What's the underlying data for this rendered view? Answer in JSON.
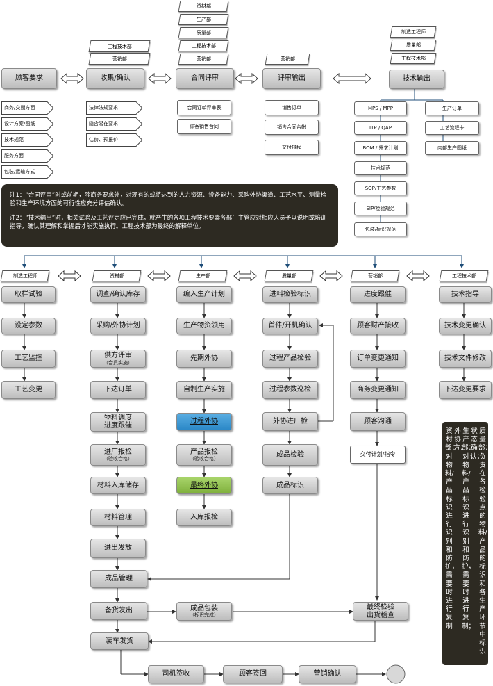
{
  "top": {
    "main": {
      "customer_req": "顾客要求",
      "collect": "收集/确认",
      "contract_review": "合同评审",
      "review_output": "评审输出",
      "tech_output": "技术输出"
    },
    "tags_collect": [
      "工程技术部",
      "营销部"
    ],
    "tags_contract": [
      "资材部",
      "生产部",
      "质量部",
      "工程技术部",
      "营销部"
    ],
    "tags_review": [
      "营销部"
    ],
    "tags_tech": [
      "制造工程师",
      "质量部",
      "工程技术部"
    ],
    "cust_flags": [
      "商务/交期方面",
      "设计方案/图纸",
      "技术规范",
      "服务方面",
      "包装/运输方式"
    ],
    "collect_flags": [
      "法律法规要求",
      "隐含潜在要求",
      "估价、预报价"
    ],
    "contract_docs": [
      "合同订单评审表",
      "顾客销售合同"
    ],
    "review_docs": [
      "销售订单",
      "销售合同台帐",
      "交付排程"
    ],
    "tech_left": [
      "MPS / MPP",
      "ITP / QAP",
      "BOM / 需求计划",
      "技术规范",
      "SOP/工艺参数",
      "SIP/检验规范",
      "包装/标识规范"
    ],
    "tech_right": [
      "生产订单",
      "工艺流程卡",
      "内部生产图纸"
    ]
  },
  "notes": [
    "注1：“合同评审”时或前期，除商务要求外，对现有的或将达到的人力资源、设备能力、采购外协渠道、工艺水平、测量检验和生产环境方面的可行性应充分评估确认。",
    "注2：“技术输出”时，相关试验及工艺评定应已完成，就产生的各项工程技术要素各部门主管应对相应人员予以说明或培训指导，确认其理解和掌握后才能实施执行。工程技术部为最终的解释单位。"
  ],
  "depts": [
    "制造工程师",
    "资材部",
    "生产部",
    "质量部",
    "营销部",
    "工程技术部"
  ],
  "col1": [
    "取样试验",
    "设定参数",
    "工艺监控",
    "工艺变更"
  ],
  "col2": [
    {
      "t": "调查/确认库存",
      "s": ""
    },
    {
      "t": "采购/外协计划",
      "s": ""
    },
    {
      "t": "供方评审",
      "s": "（合具实施）"
    },
    {
      "t": "下达订单",
      "s": ""
    },
    {
      "t": "物料调度",
      "s": "进度跟催"
    },
    {
      "t": "进厂报检",
      "s": "（验收合格）"
    },
    {
      "t": "材料入库储存",
      "s": ""
    },
    {
      "t": "材料管理",
      "s": ""
    },
    {
      "t": "进出发放",
      "s": ""
    }
  ],
  "col3": [
    {
      "t": "编入生产计划",
      "s": ""
    },
    {
      "t": "生产物资领用",
      "s": ""
    },
    {
      "t": "先期外协",
      "s": ""
    },
    {
      "t": "自制生产实施",
      "s": ""
    },
    {
      "t": "过程外协",
      "s": ""
    },
    {
      "t": "产品报检",
      "s": "（验收合格）"
    },
    {
      "t": "最终外协",
      "s": ""
    },
    {
      "t": "入库报检",
      "s": ""
    }
  ],
  "col4": [
    "进料检验标识",
    "首件/开机确认",
    "过程产品检验",
    "过程参数巡检",
    "外协进厂检",
    "成品检验",
    "成品标识"
  ],
  "col5": [
    "进度跟催",
    "顾客财产接收",
    "订单变更通知",
    "商务变更通知",
    "顾客沟通",
    "交付计划/指令"
  ],
  "col6": [
    "技术指导",
    "技术变更确认",
    "技术文件修改",
    "下达变更要求"
  ],
  "bottom": {
    "finished_mgmt": "成品管理",
    "stock_ship": "备货发出",
    "packing": "成品包装",
    "packing_sub": "（标识完成）",
    "final_check": "最终检验",
    "final_check_sub": "出货稽查",
    "loading": "装车发货",
    "driver": "司机签收",
    "cust_sign": "顾客签回",
    "sales_confirm": "营销确认"
  },
  "vnote_cols": [
    "质量部：负责在各检验点的物料/产品的标识和各生产环节中标识",
    "状态确认；",
    "生产部：对物料/产品标识进行识别和防护，需要时进行复制；",
    "外协方：",
    "资材部：对物料/产品标识进行识别和防护，需要时进行复制"
  ],
  "colors": {
    "box_dark": "#bdbdbd",
    "blue": "#2a87c6",
    "green": "#7fb03c",
    "note_bg": "#2d2a22",
    "line": "#1f4e79"
  }
}
